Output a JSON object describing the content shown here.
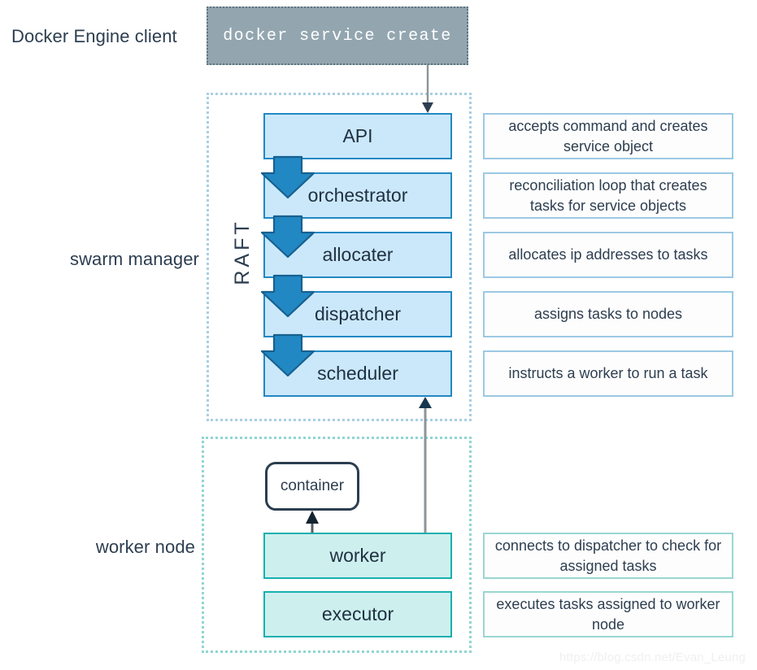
{
  "diagram": {
    "title": "Docker Swarm service create flow",
    "watermark": "https://blog.csdn.net/Evan_Leung"
  },
  "colors": {
    "command_fill": "#93a6b0",
    "manager_fill": "#cbe8fb",
    "manager_stroke": "#2288c4",
    "worker_fill": "#cdf0ef",
    "worker_stroke": "#17b0ae",
    "manager_region_border": "#a8cfe3",
    "worker_region_border": "#8fd6d0",
    "arrow_blue": "#2288c4",
    "line_gray": "#8c9497",
    "text_dark": "#2d3e50"
  },
  "client": {
    "label": "Docker Engine client",
    "command": "docker service create"
  },
  "manager": {
    "label": "swarm manager",
    "raft_label": "RAFT",
    "components": [
      {
        "name": "API",
        "note": "accepts command and creates service object"
      },
      {
        "name": "orchestrator",
        "note": "reconciliation loop that creates tasks for service objects"
      },
      {
        "name": "allocater",
        "note": "allocates ip addresses to tasks"
      },
      {
        "name": "dispatcher",
        "note": "assigns tasks to nodes"
      },
      {
        "name": "scheduler",
        "note": "instructs a worker to run a task"
      }
    ]
  },
  "worker": {
    "label": "worker node",
    "container_label": "container",
    "components": [
      {
        "name": "worker",
        "note": "connects to dispatcher to check for assigned tasks"
      },
      {
        "name": "executor",
        "note": "executes tasks assigned to worker node"
      }
    ]
  }
}
